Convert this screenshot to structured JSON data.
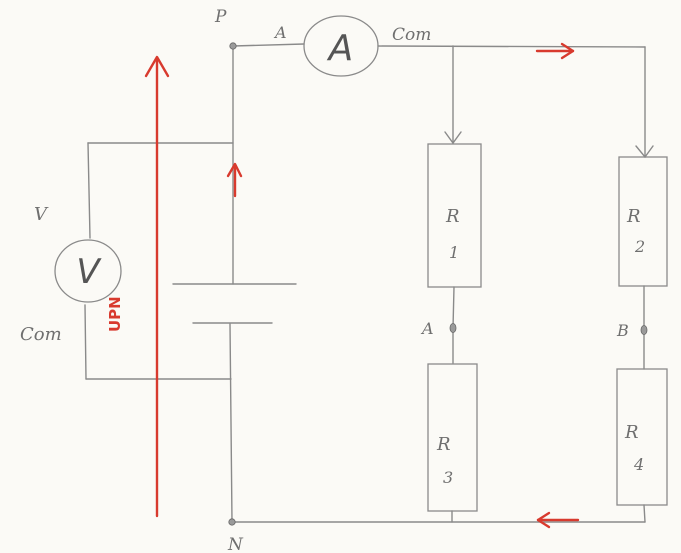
{
  "nodes": {
    "p": "P",
    "n": "N",
    "a": "A",
    "b": "B"
  },
  "ammeter": {
    "symbol": "A",
    "terminal_a": "A",
    "terminal_com": "Com"
  },
  "voltmeter": {
    "symbol": "V",
    "terminal_v": "V",
    "terminal_com": "Com",
    "reading_label": "UPN"
  },
  "resistors": [
    {
      "letter": "R",
      "index": "1"
    },
    {
      "letter": "R",
      "index": "2"
    },
    {
      "letter": "R",
      "index": "3"
    },
    {
      "letter": "R",
      "index": "4"
    }
  ],
  "colors": {
    "wire": "#8a8a8a",
    "annotation": "#d83a2e",
    "paper": "#fbfaf6"
  }
}
